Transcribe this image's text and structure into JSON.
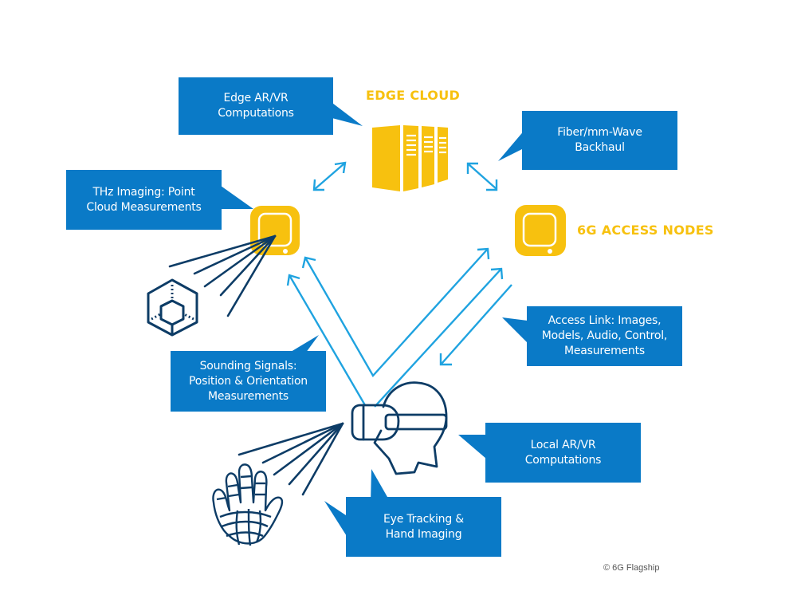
{
  "labels": {
    "edge_cloud": "EDGE CLOUD",
    "access_nodes": "6G ACCESS NODES"
  },
  "callouts": {
    "edge_computations": [
      "Edge AR/VR",
      "Computations"
    ],
    "backhaul": [
      "Fiber/mm-Wave",
      "Backhaul"
    ],
    "thz_imaging": [
      "THz Imaging: Point",
      "Cloud Measurements"
    ],
    "sounding_signals": [
      "Sounding Signals:",
      "Position & Orientation",
      "Measurements"
    ],
    "access_link": [
      "Access Link: Images,",
      "Models, Audio, Control,",
      "Measurements"
    ],
    "local_computations": [
      "Local AR/VR",
      "Computations"
    ],
    "eye_hand": [
      "Eye Tracking &",
      "Hand Imaging"
    ]
  },
  "copyright": "© 6G Flagship",
  "icons": {
    "edge_cloud": "server-rack-icon",
    "access_node_left": "access-node-icon",
    "access_node_right": "access-node-icon",
    "point_cloud_object": "cube-icon",
    "user": "vr-headset-head-icon",
    "hand": "wireframe-hand-icon"
  },
  "colors": {
    "callout_blue": "#0a7ac7",
    "accent_yellow": "#f7c10f",
    "link_cyan": "#1fa3e0",
    "line_navy": "#0d3c66"
  }
}
